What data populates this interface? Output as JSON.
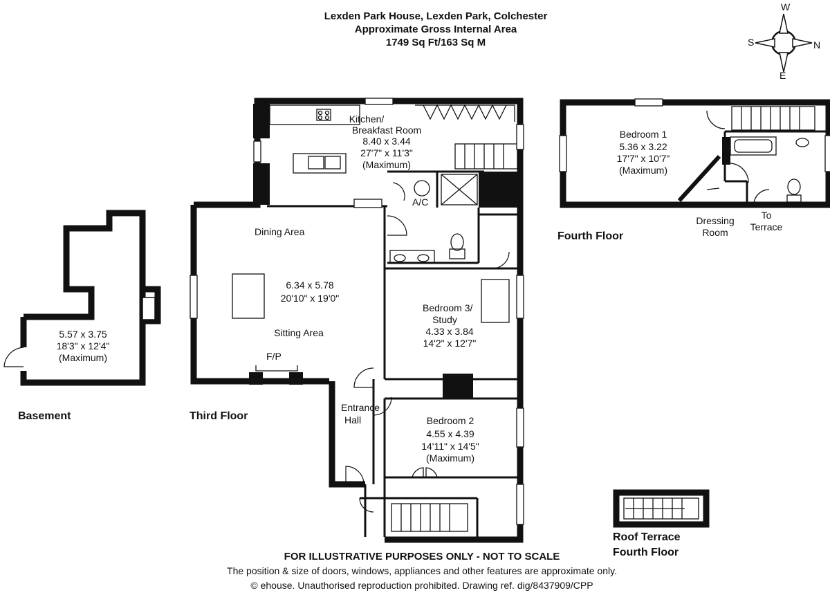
{
  "header": {
    "title": "Lexden Park House, Lexden Park, Colchester",
    "subtitle": "Approximate Gross Internal Area",
    "area": "1749 Sq Ft/163 Sq M"
  },
  "compass": {
    "w": "W",
    "s": "S",
    "n": "N",
    "e": "E"
  },
  "third_floor": {
    "label": "Third Floor",
    "kitchen": {
      "name1": "Kitchen/",
      "name2": "Breakfast Room",
      "metric": "8.40 x 3.44",
      "imperial": "27'7\" x 11'3\"",
      "note": "(Maximum)"
    },
    "ac": "A/C",
    "dining": "Dining Area",
    "living": {
      "metric": "6.34 x 5.78",
      "imperial": "20'10\" x 19'0\"",
      "name": "Sitting Area"
    },
    "fp": "F/P",
    "bedroom3": {
      "name1": "Bedroom 3/",
      "name2": "Study",
      "metric": "4.33 x 3.84",
      "imperial": "14'2\" x 12'7\""
    },
    "entrance": {
      "line1": "Entrance",
      "line2": "Hall"
    },
    "bedroom2": {
      "name": "Bedroom 2",
      "metric": "4.55 x 4.39",
      "imperial": "14'11\" x 14'5\"",
      "note": "(Maximum)"
    }
  },
  "basement": {
    "label": "Basement",
    "metric": "5.57 x 3.75",
    "imperial": "18'3\" x 12'4\"",
    "note": "(Maximum)"
  },
  "fourth_floor": {
    "label": "Fourth Floor",
    "bedroom1": {
      "name": "Bedroom 1",
      "metric": "5.36 x 3.22",
      "imperial": "17'7\" x 10'7\"",
      "note": "(Maximum)"
    },
    "dressing": {
      "line1": "Dressing",
      "line2": "Room"
    },
    "terrace": {
      "line1": "To",
      "line2": "Terrace"
    }
  },
  "roof_terrace": {
    "line1": "Roof Terrace",
    "line2": "Fourth Floor"
  },
  "footer": {
    "disclaimer": "FOR ILLUSTRATIVE PURPOSES ONLY - NOT TO SCALE",
    "note": "The position & size of doors, windows, appliances and other features are approximate only.",
    "copyright": "© ehouse. Unauthorised reproduction prohibited. Drawing ref. dig/8437909/CPP"
  }
}
